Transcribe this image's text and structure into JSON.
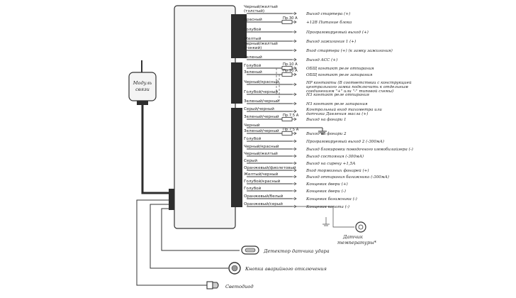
{
  "module_label": [
    "Модуль",
    "связи"
  ],
  "wires": [
    {
      "id": "w1",
      "color": [
        "Черный/желтый",
        "(толстый)"
      ],
      "function": "Выход стартера (+)"
    },
    {
      "id": "w2",
      "color": [
        "Красный"
      ],
      "fuse": "Пр.30 А",
      "function": "+12В Питание блока"
    },
    {
      "id": "w3",
      "color": [
        "Голубой"
      ],
      "function": "Программируемый выход (+)"
    },
    {
      "id": "w4",
      "color": [
        "Желтый"
      ],
      "function": "Выход зажигания 1 (+)"
    },
    {
      "id": "w5",
      "color": [
        "Черный/желтый",
        "(тонкий)"
      ],
      "function": "Вход стартера (+) (к замку зажигания)"
    },
    {
      "id": "w6",
      "color": [
        "Зеленый"
      ],
      "function": "Выход АСС (+)"
    },
    {
      "id": "w7",
      "color": [
        "Голубой"
      ],
      "fuse": "Пр.10 А",
      "function": "ОБЩ контакт реле отпирания"
    },
    {
      "id": "w8",
      "color": [
        "Зеленый"
      ],
      "fuse": "Пр.10 А",
      "function": "ОБЩ контакт реле запирания"
    },
    {
      "id": "w9",
      "color": [
        "Черный/красный"
      ],
      "function": [
        "НР контакты (В соответствии с конструкцией",
        "центрального замка подключить к отдельным",
        "соединениям \"+\" или \"-\" типовой схемы)"
      ]
    },
    {
      "id": "w10",
      "color": [
        "Голубой/черный"
      ],
      "function": "НЗ контакт реле отпирания"
    },
    {
      "id": "w11",
      "color": [
        "Зеленый/черный"
      ],
      "function": "НЗ контакт реле запирания"
    },
    {
      "id": "w12",
      "color": [
        "Серый/черный"
      ],
      "function": [
        "Контрольный вход тахометра или",
        "датчика Давления масла (+)"
      ]
    },
    {
      "id": "w13",
      "color": [
        "Зеленый/черный"
      ],
      "fuse": "Пр.7,5 А",
      "function": "Выход на фонари 1"
    },
    {
      "id": "w14",
      "color": [
        "Черный"
      ],
      "function": ""
    },
    {
      "id": "w15",
      "color": [
        "Зеленый/черный"
      ],
      "fuse": "Пр.7,5 А",
      "function": "Выход на фонари 2"
    },
    {
      "id": "w16",
      "color": [
        "Голубой"
      ],
      "function": "Программируемый выход 2 (-300мА)"
    },
    {
      "id": "w17",
      "color": [
        "Черный/красный"
      ],
      "function": "Выход блокировки поводочного иммобилайзера (-)"
    },
    {
      "id": "w18",
      "color": [
        "Черный/желтый"
      ],
      "function": "Выход состояния (-300мА)"
    },
    {
      "id": "w19",
      "color": [
        "Серый"
      ],
      "function": "Выход на сирену +1,5А"
    },
    {
      "id": "w20",
      "color": [
        "Оранжевый/фиолетовый"
      ],
      "function": "Вход тормозных фонарей (+)"
    },
    {
      "id": "w21",
      "color": [
        "Желтый/черный"
      ],
      "function": "Выход отпирания багажника (-300мА)"
    },
    {
      "id": "w22",
      "color": [
        "Голубой/красный"
      ],
      "function": "Концевик двери (+)"
    },
    {
      "id": "w23",
      "color": [
        "Голубой"
      ],
      "function": "Концевик двери (-)"
    },
    {
      "id": "w24",
      "color": [
        "Оранжевый/белый"
      ],
      "function": "Концевик багажника (-)"
    },
    {
      "id": "w25",
      "color": [
        "Оранжевый/серый"
      ],
      "function": "Концевик капота (-)"
    }
  ],
  "temp_sensor_label": [
    "Датчик",
    "температуры*"
  ],
  "bottom_items": [
    {
      "id": "b1",
      "label": "Детектор датчика удара"
    },
    {
      "id": "b2",
      "label": "Кнопка аварийного отключения"
    },
    {
      "id": "b3",
      "label": "Светодиод"
    }
  ]
}
